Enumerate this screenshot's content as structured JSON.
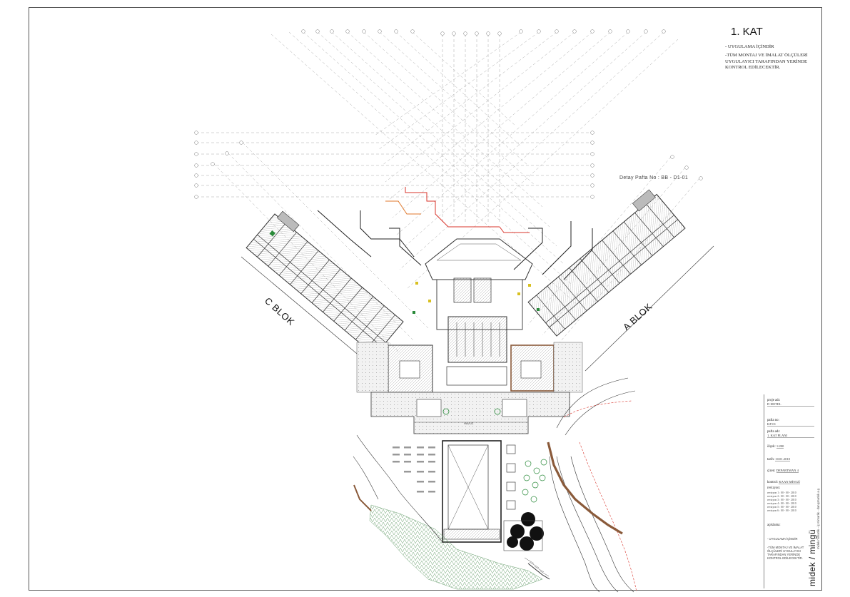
{
  "sheet": {
    "title": "1. KAT",
    "notes": [
      "- UYGULAMA İÇİNDİR",
      "-TÜM MONTAJ VE İMALAT ÖLÇÜLERİ UYGULAYICI TARAFINDAN YERİNDE KONTROL EDİLECEKTİR."
    ],
    "detail_ref": "Detay Pafta No : BB - D1-01",
    "blocks": {
      "c": "C BLOK",
      "a": "A BLOK"
    },
    "pool_label": "HAVUZ"
  },
  "title_block": {
    "project_label": "proje adı:",
    "project_value": "D HOTEL",
    "sheet_no_label": "pafta no:",
    "sheet_no_value": "KP-01",
    "sheet_name_label": "pafta adı:",
    "sheet_name_value": "1. KAT PLANI",
    "scale_label": "ölçek:",
    "scale_value": "1/200",
    "date_label": "tarih:",
    "date_value": "10.01.2010",
    "drawn_label": "çizen:",
    "drawn_value": "DEPARTMAN 4",
    "check_label": "kontrol:",
    "check_value": "KAAN MİNGÜ",
    "revisions_label": "revizyon:",
    "revisions": [
      "revizyon 1 : 00 - 00 - 2010",
      "revizyon 2 : 00 - 00 - 2010",
      "revizyon 3 : 00 - 00 - 2010",
      "revizyon 4 : 00 - 00 - 2010",
      "revizyon 5 : 00 - 00 - 2010",
      "revizyon 6 : 00 - 00 - 2010"
    ],
    "explanation_label": "açıklama:",
    "brand": "midek / mingü",
    "brand_sub": "midek mimarlık - iç mimarlık - danışmanlık a.ş."
  },
  "colors": {
    "line": "#444444",
    "grid": "#9a9a9a",
    "red": "#d9342b",
    "orange": "#e07a2e",
    "brown": "#8a5a3a",
    "green": "#2a8a3a",
    "yellow": "#d8c020",
    "hatch": "#6aa070"
  }
}
